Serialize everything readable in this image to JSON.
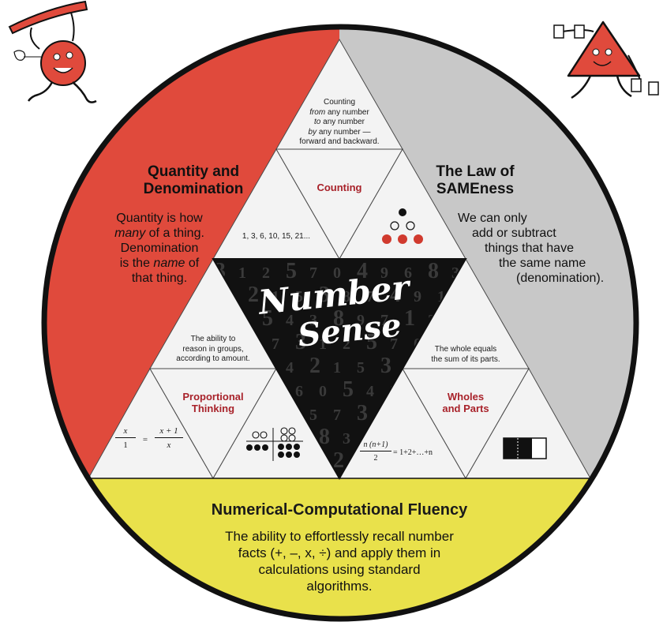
{
  "center": {
    "title_line1": "Number",
    "title_line2": "Sense"
  },
  "counting": {
    "title": "Counting",
    "desc_lines": [
      {
        "parts": [
          [
            "Counting",
            false
          ]
        ]
      },
      {
        "parts": [
          [
            "from",
            true
          ],
          [
            " any number",
            false
          ]
        ]
      },
      {
        "parts": [
          [
            "to",
            true
          ],
          [
            " any number",
            false
          ]
        ]
      },
      {
        "parts": [
          [
            "by",
            true
          ],
          [
            " any number —",
            false
          ]
        ]
      },
      {
        "parts": [
          [
            "forward and backward.",
            false
          ]
        ]
      }
    ],
    "sequence": "1, 3, 6, 10, 15, 21..."
  },
  "proportional": {
    "title_line1": "Proportional",
    "title_line2": "Thinking",
    "desc_line1": "The ability to",
    "desc_line2": "reason in groups,",
    "desc_line3": "according to amount.",
    "formula": {
      "n1": "x",
      "d1": "1",
      "eq": "=",
      "n2": "x + 1",
      "d2": "x"
    }
  },
  "wholes": {
    "title_line1": "Wholes",
    "title_line2": "and Parts",
    "desc_line1": "The whole equals",
    "desc_line2": "the sum of its parts.",
    "formula": {
      "num": "n (n+1)",
      "den": "2",
      "rhs": "= 1+2+…+n"
    }
  },
  "quantity": {
    "title_line1": "Quantity and",
    "title_line2": "Denomination",
    "body": [
      {
        "parts": [
          [
            "Quantity is how",
            false
          ]
        ]
      },
      {
        "parts": [
          [
            "many",
            true
          ],
          [
            " of a thing.",
            false
          ]
        ]
      },
      {
        "parts": [
          [
            "Denomination",
            false
          ]
        ]
      },
      {
        "parts": [
          [
            "is the ",
            false
          ],
          [
            "name",
            true
          ],
          [
            " of",
            false
          ]
        ]
      },
      {
        "parts": [
          [
            "that thing.",
            false
          ]
        ]
      }
    ]
  },
  "sameness": {
    "title_line1": "The Law of",
    "title_line2": "SAMEness",
    "body_lines": [
      "We can only",
      "add or subtract",
      "things that have",
      "the same name",
      "(denomination)."
    ]
  },
  "fluency": {
    "title": "Numerical-Computational Fluency",
    "body_lines": [
      "The ability to effortlessly recall number",
      "facts (+, –, x, ÷) and apply them in",
      "calculations using standard",
      "algorithms."
    ]
  },
  "bg_digits": "3 1 2 5 7 0 4 9 6 8 3 4 2 1 5 3 8 7 4 9 1 2 6 0 5 4 3 8 9 7 1 2 4 3 5 7",
  "colors": {
    "red": "#e04a3c",
    "gray": "#c8c8c8",
    "yellow": "#e9e14b",
    "border": "#111111",
    "title_red": "#a8222a",
    "tri_fill": "#f3f3f3"
  }
}
